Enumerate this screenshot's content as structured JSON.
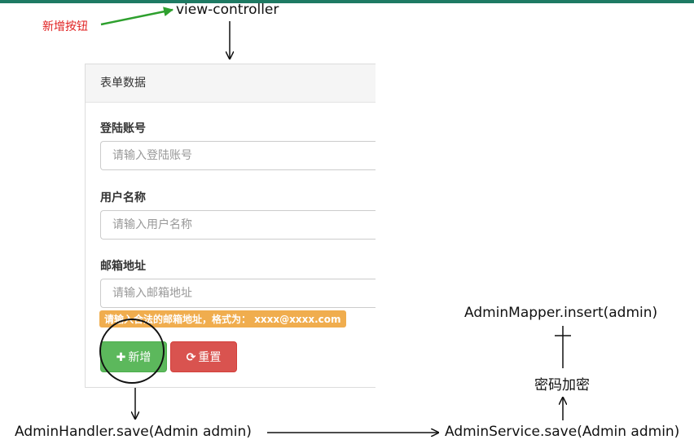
{
  "annotations": {
    "new_button_note": "新增按钮",
    "view_controller": "view-controller"
  },
  "form": {
    "header": "表单数据",
    "fields": [
      {
        "label": "登陆账号",
        "placeholder": "请输入登陆账号"
      },
      {
        "label": "用户名称",
        "placeholder": "请输入用户名称"
      },
      {
        "label": "邮箱地址",
        "placeholder": "请输入邮箱地址"
      }
    ],
    "email_error": "请输入合法的邮箱地址，格式为： xxxx@xxxx.com",
    "add_button": "新增",
    "reset_button": "重置",
    "add_icon": "plus-icon",
    "reset_icon": "refresh-icon"
  },
  "flow": {
    "handler": "AdminHandler.save(Admin admin)",
    "service": "AdminService.save(Admin admin)",
    "encrypt": "密码加密",
    "mapper": "AdminMapper.insert(admin)"
  },
  "colors": {
    "top_bar": "#1e7a63",
    "note_red": "#e02020",
    "note_arrow_green": "#2ea02e",
    "success": "#5cb85c",
    "danger": "#d9534f",
    "warning": "#f0ad4e"
  }
}
